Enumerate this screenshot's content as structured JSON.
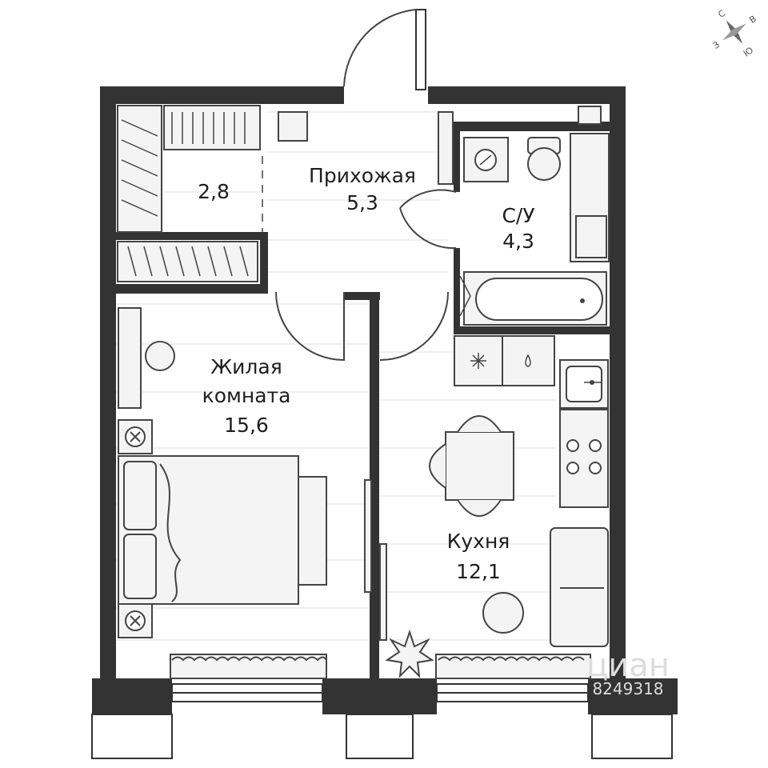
{
  "compass": {
    "n": "С",
    "s": "Ю",
    "e": "В",
    "w": "З"
  },
  "rooms": {
    "storage": {
      "area": "2,8"
    },
    "hall": {
      "name": "Прихожая",
      "area": "5,3"
    },
    "bathroom": {
      "name": "С/У",
      "area": "4,3"
    },
    "living": {
      "name_line1": "Жилая",
      "name_line2": "комната",
      "area": "15,6"
    },
    "kitchen": {
      "name": "Кухня",
      "area": "12,1"
    }
  },
  "watermark": {
    "brand": "циан",
    "id": "8249318"
  },
  "colors": {
    "wall": "#333333",
    "furniture_fill": "#f4f4f4",
    "floor_lines": "#dedede"
  }
}
